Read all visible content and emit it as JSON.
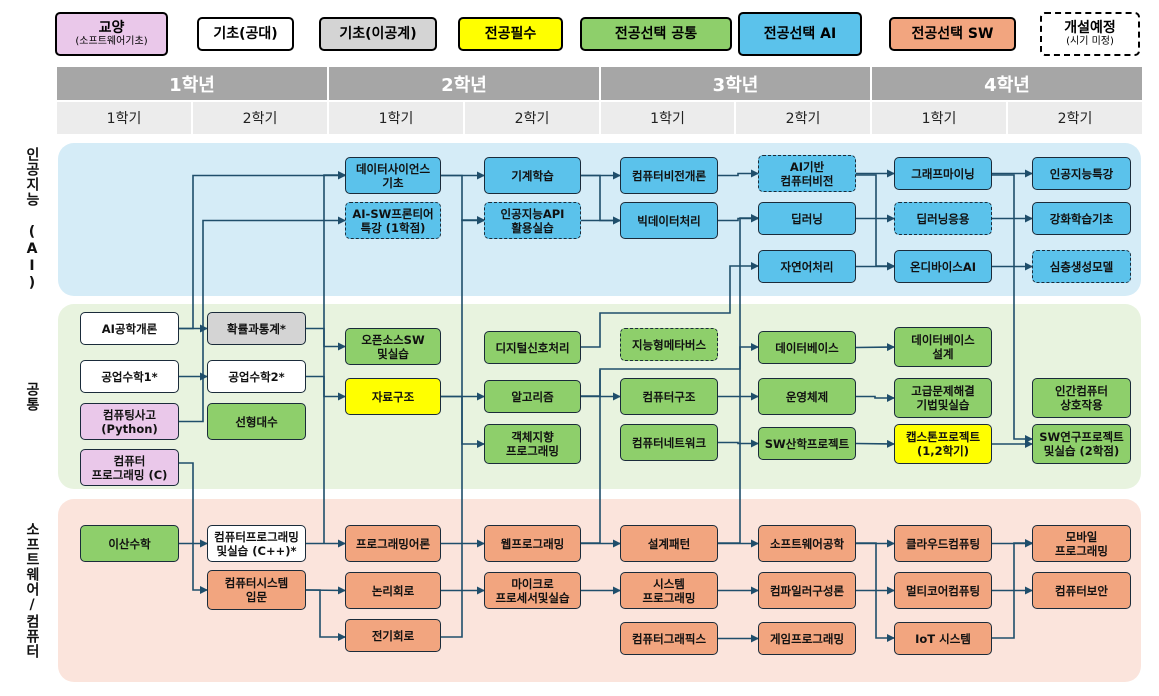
{
  "legend": [
    {
      "line1": "교양",
      "line2": "(소프트웨어기초)",
      "color": "#eac8ea",
      "dashed": false
    },
    {
      "line1": "기초(공대)",
      "line2": "",
      "color": "#ffffff",
      "dashed": false
    },
    {
      "line1": "기초(이공계)",
      "line2": "",
      "color": "#d4d4d4",
      "dashed": false
    },
    {
      "line1": "전공필수",
      "line2": "",
      "color": "#ffff00",
      "dashed": false
    },
    {
      "line1": "전공선택 공통",
      "line2": "",
      "color": "#8ecf6b",
      "dashed": false
    },
    {
      "line1": "전공선택 AI",
      "line2": "",
      "color": "#5bc2eb",
      "dashed": false
    },
    {
      "line1": "전공선택 SW",
      "line2": "",
      "color": "#f2a57f",
      "dashed": false
    },
    {
      "line1": "개설예정",
      "line2": "(시기 미정)",
      "color": "#ffffff",
      "dashed": true
    }
  ],
  "years": [
    "1학년",
    "2학년",
    "3학년",
    "4학년"
  ],
  "semesters": [
    "1학기",
    "2학기",
    "1학기",
    "2학기",
    "1학기",
    "2학기",
    "1학기",
    "2학기"
  ],
  "bands": [
    {
      "label": "인공지능 (AI)",
      "color": "#d5ecf7"
    },
    {
      "label": "공통",
      "color": "#e8f3df"
    },
    {
      "label": "소프트웨어/컴퓨터",
      "color": "#fbe4dc"
    }
  ],
  "courses": [
    {
      "id": "ds",
      "lines": [
        "데이터사이언스",
        "기초"
      ],
      "cls": "c-ai",
      "dashed": false
    },
    {
      "id": "aisw",
      "lines": [
        "AI-SW프론티어",
        "특강 (1학점)"
      ],
      "cls": "c-ai",
      "dashed": true
    },
    {
      "id": "ml",
      "lines": [
        "기계학습"
      ],
      "cls": "c-ai",
      "dashed": false
    },
    {
      "id": "aiapi",
      "lines": [
        "인공지능API",
        "활용실습"
      ],
      "cls": "c-ai",
      "dashed": true
    },
    {
      "id": "cv",
      "lines": [
        "컴퓨터비전개론"
      ],
      "cls": "c-ai",
      "dashed": false
    },
    {
      "id": "bigdata",
      "lines": [
        "빅데이터처리"
      ],
      "cls": "c-ai",
      "dashed": false
    },
    {
      "id": "aicv",
      "lines": [
        "AI기반",
        "컴퓨터비전"
      ],
      "cls": "c-ai",
      "dashed": true
    },
    {
      "id": "dl",
      "lines": [
        "딥러닝"
      ],
      "cls": "c-ai",
      "dashed": false
    },
    {
      "id": "nlp",
      "lines": [
        "자연어처리"
      ],
      "cls": "c-ai",
      "dashed": false
    },
    {
      "id": "graph",
      "lines": [
        "그래프마이닝"
      ],
      "cls": "c-ai",
      "dashed": false
    },
    {
      "id": "dlapp",
      "lines": [
        "딥러닝응용"
      ],
      "cls": "c-ai",
      "dashed": true
    },
    {
      "id": "ondevice",
      "lines": [
        "온디바이스AI"
      ],
      "cls": "c-ai",
      "dashed": false
    },
    {
      "id": "aitopic",
      "lines": [
        "인공지능특강"
      ],
      "cls": "c-ai",
      "dashed": false
    },
    {
      "id": "rl",
      "lines": [
        "강화학습기초"
      ],
      "cls": "c-ai",
      "dashed": false
    },
    {
      "id": "deepgen",
      "lines": [
        "심층생성모델"
      ],
      "cls": "c-ai",
      "dashed": true
    },
    {
      "id": "aiintro",
      "lines": [
        "AI공학개론"
      ],
      "cls": "c-base",
      "dashed": false
    },
    {
      "id": "math1",
      "lines": [
        "공업수학1*"
      ],
      "cls": "c-base",
      "dashed": false
    },
    {
      "id": "ct",
      "lines": [
        "컴퓨팅사고",
        "(Python)"
      ],
      "cls": "c-gyo",
      "dashed": false
    },
    {
      "id": "cprog",
      "lines": [
        "컴퓨터",
        "프로그래밍 (C)"
      ],
      "cls": "c-gyo",
      "dashed": false
    },
    {
      "id": "prob",
      "lines": [
        "확률과통계*"
      ],
      "cls": "c-base2",
      "dashed": false
    },
    {
      "id": "math2",
      "lines": [
        "공업수학2*"
      ],
      "cls": "c-base",
      "dashed": false
    },
    {
      "id": "linalg",
      "lines": [
        "선형대수"
      ],
      "cls": "c-common",
      "dashed": false
    },
    {
      "id": "oss",
      "lines": [
        "오픈소스SW",
        "및실습"
      ],
      "cls": "c-common",
      "dashed": false
    },
    {
      "id": "dsa",
      "lines": [
        "자료구조"
      ],
      "cls": "c-req",
      "dashed": false
    },
    {
      "id": "dsp",
      "lines": [
        "디지털신호처리"
      ],
      "cls": "c-common",
      "dashed": false
    },
    {
      "id": "algo",
      "lines": [
        "알고리즘"
      ],
      "cls": "c-common",
      "dashed": false
    },
    {
      "id": "oop",
      "lines": [
        "객체지향",
        "프로그래밍"
      ],
      "cls": "c-common",
      "dashed": false
    },
    {
      "id": "meta",
      "lines": [
        "지능형메타버스"
      ],
      "cls": "c-common",
      "dashed": true
    },
    {
      "id": "arch",
      "lines": [
        "컴퓨터구조"
      ],
      "cls": "c-common",
      "dashed": false
    },
    {
      "id": "net",
      "lines": [
        "컴퓨터네트워크"
      ],
      "cls": "c-common",
      "dashed": false
    },
    {
      "id": "db",
      "lines": [
        "데이터베이스"
      ],
      "cls": "c-common",
      "dashed": false
    },
    {
      "id": "os",
      "lines": [
        "운영체제"
      ],
      "cls": "c-common",
      "dashed": false
    },
    {
      "id": "swproj",
      "lines": [
        "SW산학프로젝트"
      ],
      "cls": "c-common",
      "dashed": false
    },
    {
      "id": "dbdesign",
      "lines": [
        "데이터베이스",
        "설계"
      ],
      "cls": "c-common",
      "dashed": false
    },
    {
      "id": "adv",
      "lines": [
        "고급문제해결",
        "기법및실습"
      ],
      "cls": "c-common",
      "dashed": false
    },
    {
      "id": "capstone",
      "lines": [
        "캡스톤프로젝트",
        "(1,2학기)"
      ],
      "cls": "c-req",
      "dashed": false
    },
    {
      "id": "hci",
      "lines": [
        "인간컴퓨터",
        "상호작용"
      ],
      "cls": "c-common",
      "dashed": false
    },
    {
      "id": "swresearch",
      "lines": [
        "SW연구프로젝트",
        "및실습 (2학점)"
      ],
      "cls": "c-common",
      "dashed": false
    },
    {
      "id": "discrete",
      "lines": [
        "이산수학"
      ],
      "cls": "c-common",
      "dashed": false
    },
    {
      "id": "cpp",
      "lines": [
        "컴퓨터프로그래밍",
        "및실습 (C++)*"
      ],
      "cls": "c-base",
      "dashed": false
    },
    {
      "id": "cosys",
      "lines": [
        "컴퓨터시스템",
        "입문"
      ],
      "cls": "c-sw",
      "dashed": false
    },
    {
      "id": "pl",
      "lines": [
        "프로그래밍어론"
      ],
      "cls": "c-sw",
      "dashed": false
    },
    {
      "id": "logic",
      "lines": [
        "논리회로"
      ],
      "cls": "c-sw",
      "dashed": false
    },
    {
      "id": "elec",
      "lines": [
        "전기회로"
      ],
      "cls": "c-sw",
      "dashed": false
    },
    {
      "id": "web",
      "lines": [
        "웹프로그래밍"
      ],
      "cls": "c-sw",
      "dashed": false
    },
    {
      "id": "micro",
      "lines": [
        "마이크로",
        "프로세서및실습"
      ],
      "cls": "c-sw",
      "dashed": false
    },
    {
      "id": "design",
      "lines": [
        "설계패턴"
      ],
      "cls": "c-sw",
      "dashed": false
    },
    {
      "id": "sysprog",
      "lines": [
        "시스템",
        "프로그래밍"
      ],
      "cls": "c-sw",
      "dashed": false
    },
    {
      "id": "graphics",
      "lines": [
        "컴퓨터그래픽스"
      ],
      "cls": "c-sw",
      "dashed": false
    },
    {
      "id": "se",
      "lines": [
        "소프트웨어공학"
      ],
      "cls": "c-sw",
      "dashed": false
    },
    {
      "id": "compiler",
      "lines": [
        "컴파일러구성론"
      ],
      "cls": "c-sw",
      "dashed": false
    },
    {
      "id": "game",
      "lines": [
        "게임프로그래밍"
      ],
      "cls": "c-sw",
      "dashed": false
    },
    {
      "id": "cloud",
      "lines": [
        "클라우드컴퓨팅"
      ],
      "cls": "c-sw",
      "dashed": false
    },
    {
      "id": "multicore",
      "lines": [
        "멀티코어컴퓨팅"
      ],
      "cls": "c-sw",
      "dashed": false
    },
    {
      "id": "iot",
      "lines": [
        "IoT 시스템"
      ],
      "cls": "c-sw",
      "dashed": false
    },
    {
      "id": "mobile",
      "lines": [
        "모바일",
        "프로그래밍"
      ],
      "cls": "c-sw",
      "dashed": false
    },
    {
      "id": "security",
      "lines": [
        "컴퓨터보안"
      ],
      "cls": "c-sw",
      "dashed": false
    }
  ],
  "colors": {
    "arrow": "#1f4e6b"
  }
}
